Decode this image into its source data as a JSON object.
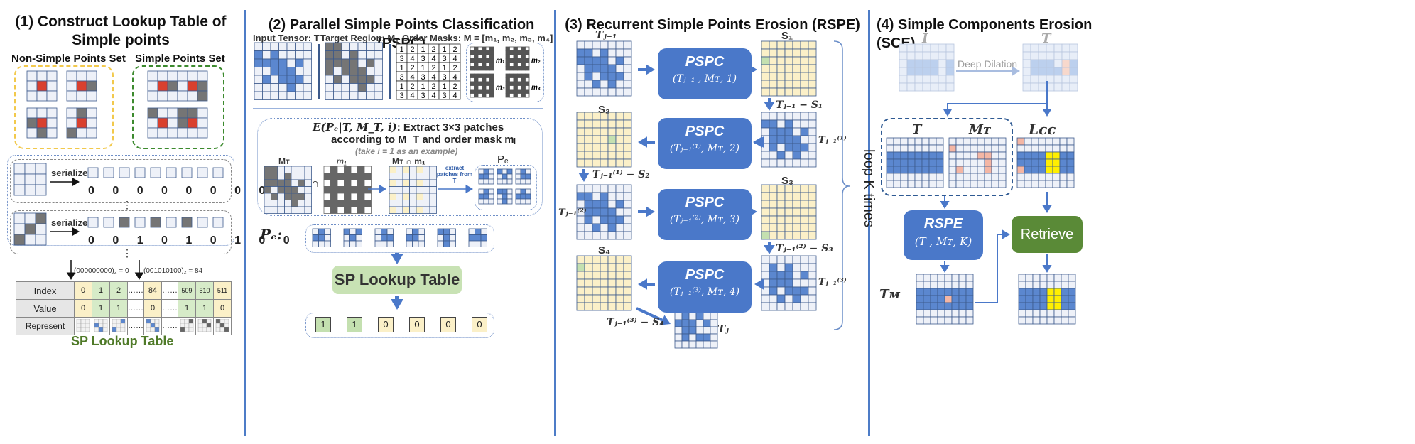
{
  "panels": {
    "p1": {
      "title": "(1) Construct Lookup Table of Simple points",
      "non_simple_label": "Non-Simple Points Set",
      "simple_label": "Simple Points Set",
      "serialize_label": "serialize",
      "row1_bits": "0 0 0 0 0 0 0 0 0",
      "row2_bits": "0 0 1 0 1 0 1 0 0",
      "ellipsis": "⋮",
      "index_note_1": "(000000000)₂ = 0",
      "index_note_2": "(001010100)₂ = 84",
      "table": {
        "headers": [
          "Index",
          "Value",
          "Represent"
        ],
        "index_cells": [
          "0",
          "1",
          "2",
          "……",
          "84",
          "……",
          "509",
          "510",
          "511"
        ],
        "value_cells": [
          "0",
          "1",
          "1",
          "……",
          "0",
          "……",
          "1",
          "1",
          "0"
        ]
      },
      "caption": "SP Lookup Table"
    },
    "p2": {
      "title": "(2) Parallel Simple Points Classification (PSPC)",
      "input_label": "Input Tensor: T",
      "target_label": "Target Region: M",
      "target_sub": "T",
      "order_label": "Order Masks: M = [m",
      "order_rest": ", m₂, m₃, m₄]",
      "order_grid_rows": [
        "1 2 1 2 1 2",
        "3 4 3 4 3 4",
        "1 2 1 2 1 2",
        "3 4 3 4 3 4",
        "1 2 1 2 1 2",
        "3 4 3 4 3 4"
      ],
      "mask_names": [
        "m₁",
        "m₂",
        "m₃",
        "m₄"
      ],
      "extract_title_math": "E(Pₑ|T, M_T, i)",
      "extract_title_text": ": Extract 3×3 patches",
      "extract_line2": "according to M_T and order mask mᵢ",
      "extract_note": "(take i = 1 as an example)",
      "mt_label": "Mᴛ",
      "m1_label": "m₁",
      "mt_and_m1": "Mᴛ ∩ m₁",
      "cap": "∩",
      "extract_from": "extract patches from T",
      "pe_label": "Pₑ",
      "pe_row_label": "Pₑ:",
      "lookup_button": "SP Lookup Table",
      "outputs": [
        "1",
        "1",
        "0",
        "0",
        "0",
        "0"
      ]
    },
    "p3": {
      "title": "(3) Recurrent Simple Points Erosion (RSPE)",
      "t_prev": "Tⱼ₋₁",
      "s_labels": [
        "S₁",
        "S₂",
        "S₃",
        "S₄"
      ],
      "pspc_title": "PSPC",
      "pspc_args": [
        "(Tⱼ₋₁ , Mᴛ, 1)",
        "(Tⱼ₋₁⁽¹⁾, Mᴛ, 2)",
        "(Tⱼ₋₁⁽²⁾, Mᴛ, 3)",
        "(Tⱼ₋₁⁽³⁾, Mᴛ, 4)"
      ],
      "diff_labels": [
        "Tⱼ₋₁ − S₁",
        "Tⱼ₋₁⁽¹⁾ − S₂",
        "Tⱼ₋₁⁽²⁾ − S₃",
        "Tⱼ₋₁⁽³⁾ − S₄"
      ],
      "side_labels": [
        "Tⱼ₋₁⁽¹⁾",
        "Tⱼ₋₁⁽²⁾",
        "Tⱼ₋₁⁽³⁾"
      ],
      "tj": "Tⱼ",
      "loop_text": "loop K times",
      "loop_k": "K"
    },
    "p4": {
      "title": "(4) Simple Components Erosion (SCE)",
      "i_label": "I",
      "t_label": "T",
      "dilation": "Deep Dilation",
      "t2_label": "T",
      "mt_label": "Mᴛ",
      "lcc_label": "Lcc",
      "rspe_title": "RSPE",
      "rspe_args": "(T , Mᴛ, K)",
      "retrieve": "Retrieve",
      "tm_label": "Tᴍ"
    }
  },
  "colors": {
    "blue": "#5b87cf",
    "light_cell": "#eef1f8",
    "gray": "#757575",
    "red": "#d9402e",
    "yellow_cell": "#fbf0c8",
    "green_cell": "#c4e0b0",
    "pink": "#f4b6a4",
    "bright_yellow": "#ffef00",
    "pspc_box": "#4a78c9",
    "green_btn": "#c8e2b4",
    "retrieve": "#5a8a37"
  }
}
